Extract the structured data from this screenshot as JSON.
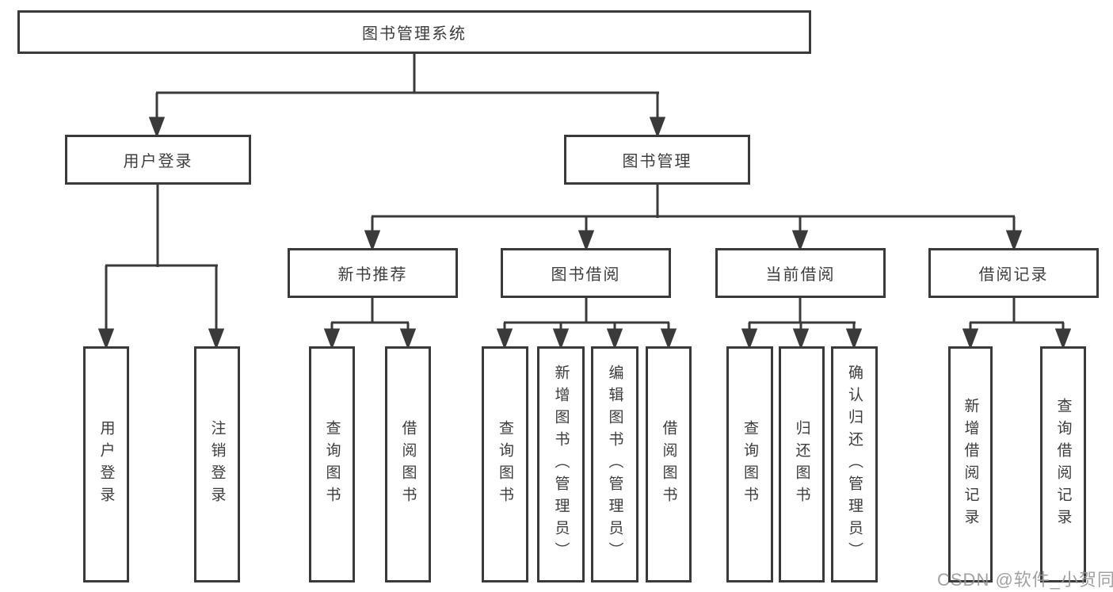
{
  "colors": {
    "line": "#3a3a3a",
    "text": "#3d3d3d",
    "box_background": "#ffffff",
    "watermark": "#949494"
  },
  "watermark": "CSDN @软件_小贺同学",
  "tree": {
    "root": {
      "label": "图书管理系统",
      "children": [
        {
          "label": "用户登录",
          "children": [
            {
              "label": "用户登录"
            },
            {
              "label": "注销登录"
            }
          ]
        },
        {
          "label": "图书管理",
          "children": [
            {
              "label": "新书推荐",
              "children": [
                {
                  "label": "查询图书"
                },
                {
                  "label": "借阅图书"
                }
              ]
            },
            {
              "label": "图书借阅",
              "children": [
                {
                  "label": "查询图书"
                },
                {
                  "label": "新增图书（管理员）"
                },
                {
                  "label": "编辑图书（管理员）"
                },
                {
                  "label": "借阅图书"
                }
              ]
            },
            {
              "label": "当前借阅",
              "children": [
                {
                  "label": "查询图书"
                },
                {
                  "label": "归还图书"
                },
                {
                  "label": "确认归还（管理员）"
                }
              ]
            },
            {
              "label": "借阅记录",
              "children": [
                {
                  "label": "新增借阅记录"
                },
                {
                  "label": "查询借阅记录"
                }
              ]
            }
          ]
        }
      ]
    }
  }
}
